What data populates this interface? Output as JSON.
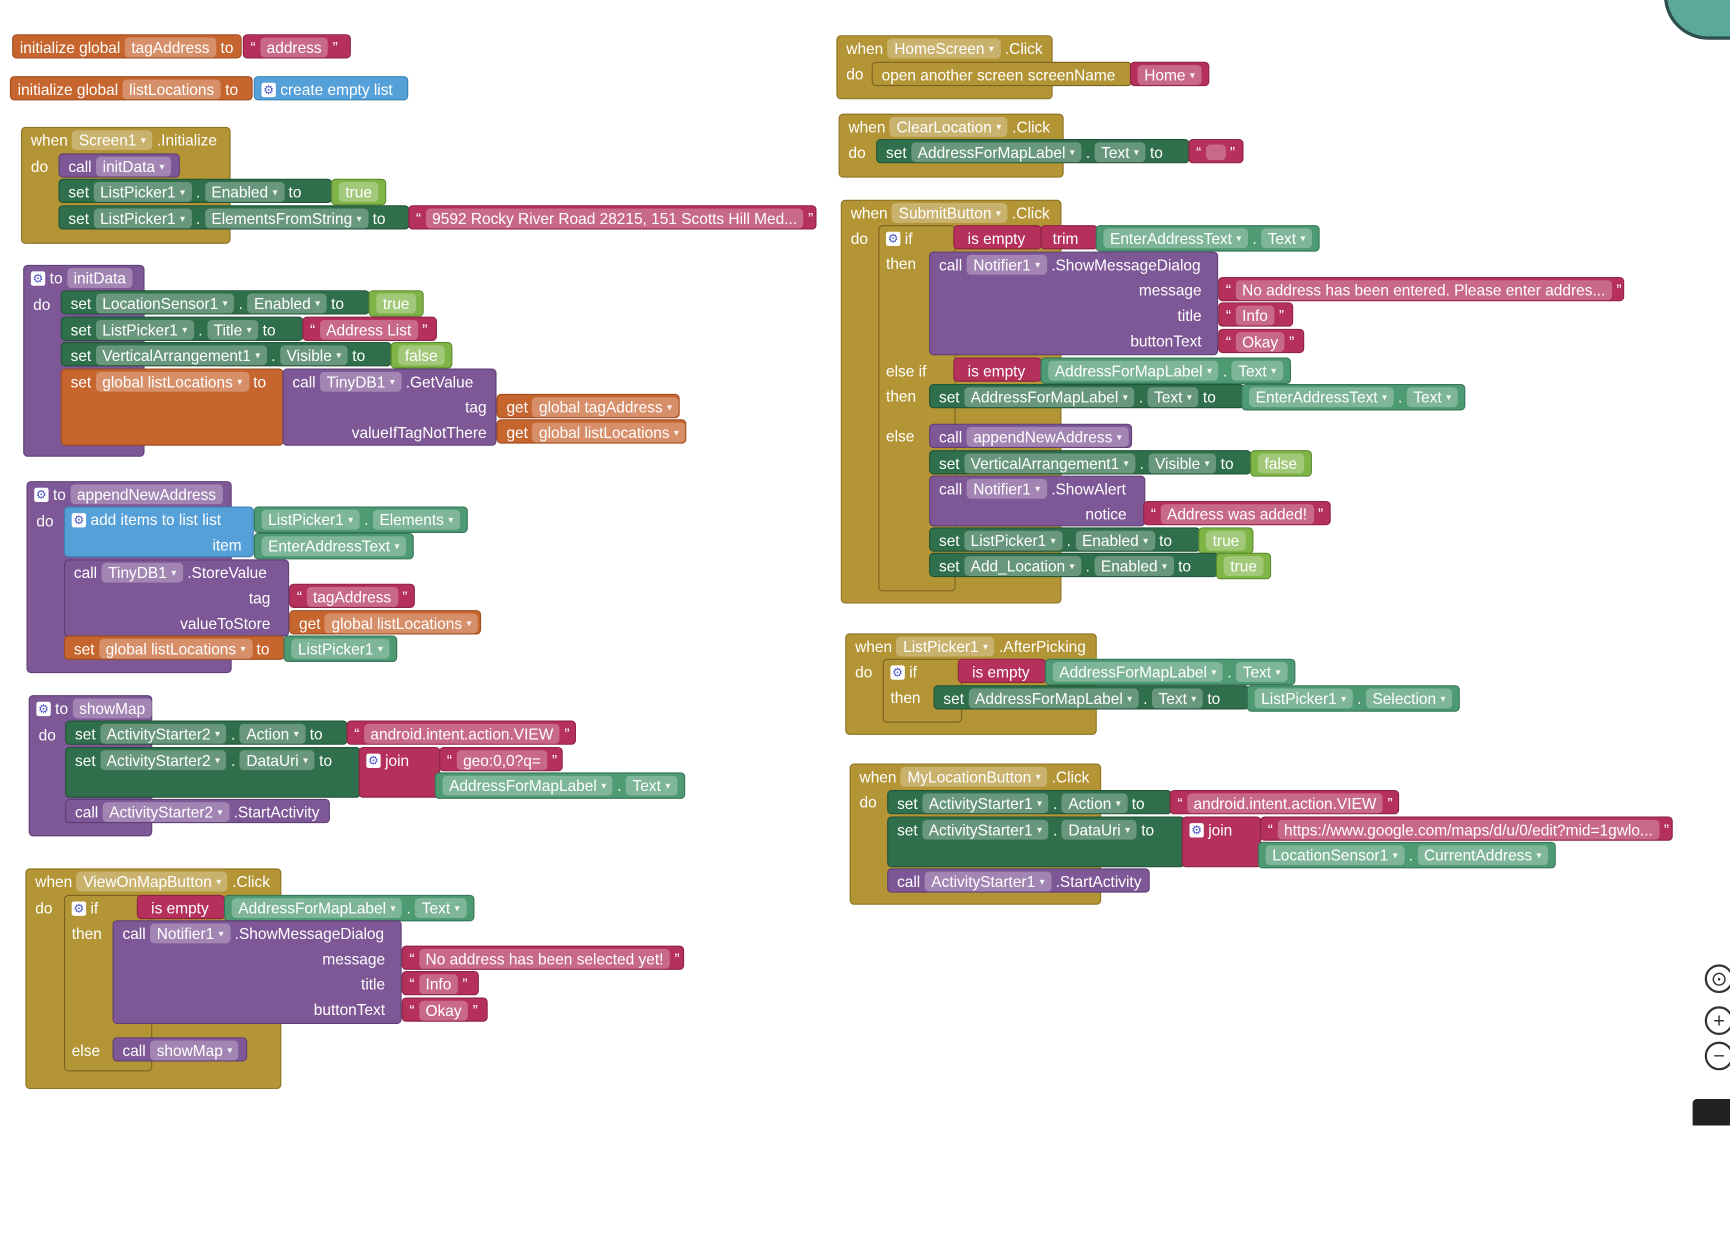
{
  "k": {
    "when": "when",
    "do": "do",
    "set": "set",
    "to": "to",
    "call": "call",
    "get": "get",
    "if": "if",
    "then": "then",
    "else": "else",
    "elseif": "else if",
    "init": "initialize global",
    "isEmpty": "is empty",
    "trim": "trim",
    "join": "join",
    "dot": ".",
    "procTo": "to"
  },
  "globals": {
    "g1": {
      "name": "tagAddress",
      "value": "address"
    },
    "g2": {
      "name": "listLocations",
      "value": "create empty list"
    }
  },
  "screen1": {
    "comp": "Screen1",
    "event": ".Initialize",
    "call": "initData",
    "r2": {
      "comp": "ListPicker1",
      "prop": "Enabled",
      "val": "true"
    },
    "r3": {
      "comp": "ListPicker1",
      "prop": "ElementsFromString",
      "val": "9592 Rocky River Road 28215, 151 Scotts Hill Med..."
    }
  },
  "initData": {
    "name": "initData",
    "r1": {
      "comp": "LocationSensor1",
      "prop": "Enabled",
      "val": "true"
    },
    "r2": {
      "comp": "ListPicker1",
      "prop": "Title",
      "val": "Address List"
    },
    "r3": {
      "comp": "VerticalArrangement1",
      "prop": "Visible",
      "val": "false"
    },
    "r4": {
      "var": "global listLocations",
      "comp": "TinyDB1",
      "method": ".GetValue",
      "tag": "tag",
      "tagVal": "global tagAddress",
      "vit": "valueIfTagNotThere",
      "vitVal": "global listLocations"
    }
  },
  "append": {
    "name": "appendNewAddress",
    "addItems": "add items to list",
    "list": "list",
    "listComp": "ListPicker1",
    "listProp": "Elements",
    "item": "item",
    "itemComp": "EnterAddressText",
    "store": {
      "comp": "TinyDB1",
      "method": ".StoreValue",
      "tag": "tag",
      "tagVal": "tagAddress",
      "vts": "valueToStore",
      "vtsVal": "global listLocations"
    },
    "set": {
      "var": "global listLocations",
      "comp": "ListPicker1"
    }
  },
  "showMap": {
    "name": "showMap",
    "r1": {
      "comp": "ActivityStarter2",
      "prop": "Action",
      "val": "android.intent.action.VIEW"
    },
    "r2": {
      "comp": "ActivityStarter2",
      "prop": "DataUri",
      "j1": "geo:0,0?q=",
      "j2comp": "AddressForMapLabel",
      "j2prop": "Text"
    },
    "r3": {
      "comp": "ActivityStarter2",
      "method": ".StartActivity"
    }
  },
  "viewOnMap": {
    "comp": "ViewOnMapButton",
    "event": ".Click",
    "ifComp": "AddressForMapLabel",
    "ifProp": "Text",
    "notifier": "Notifier1",
    "method": ".ShowMessageDialog",
    "message": "message",
    "msgVal": "No address has been selected yet!",
    "title": "title",
    "titleVal": "Info",
    "buttonText": "buttonText",
    "btnVal": "Okay",
    "elseCall": "showMap"
  },
  "home": {
    "comp": "HomeScreen",
    "event": ".Click",
    "action": "open another screen",
    "screenName": "screenName",
    "val": "Home"
  },
  "clear": {
    "comp": "ClearLocation",
    "event": ".Click",
    "setComp": "AddressForMapLabel",
    "setProp": "Text"
  },
  "submit": {
    "comp": "SubmitButton",
    "event": ".Click",
    "trimComp": "EnterAddressText",
    "trimProp": "Text",
    "notifier": "Notifier1",
    "method": ".ShowMessageDialog",
    "message": "message",
    "msgVal": "No address has been entered. Please enter addres...",
    "title": "title",
    "titleVal": "Info",
    "buttonText": "buttonText",
    "btnVal": "Okay",
    "eifComp": "AddressForMapLabel",
    "eifProp": "Text",
    "setComp": "AddressForMapLabel",
    "setProp": "Text",
    "srcComp": "EnterAddressText",
    "srcProp": "Text",
    "callAppend": "appendNewAddress",
    "vaComp": "VerticalArrangement1",
    "vaProp": "Visible",
    "vaVal": "false",
    "alertMethod": ".ShowAlert",
    "notice": "notice",
    "noticeVal": "Address was added!",
    "lp": "ListPicker1",
    "lpProp": "Enabled",
    "lpVal": "true",
    "al": "Add_Location",
    "alProp": "Enabled",
    "alVal": "true"
  },
  "afterPicking": {
    "comp": "ListPicker1",
    "event": ".AfterPicking",
    "ifComp": "AddressForMapLabel",
    "ifProp": "Text",
    "setComp": "AddressForMapLabel",
    "setProp": "Text",
    "srcComp": "ListPicker1",
    "srcProp": "Selection"
  },
  "myLoc": {
    "comp": "MyLocationButton",
    "event": ".Click",
    "r1": {
      "comp": "ActivityStarter1",
      "prop": "Action",
      "val": "android.intent.action.VIEW"
    },
    "r2": {
      "comp": "ActivityStarter1",
      "prop": "DataUri",
      "j1": "https://www.google.com/maps/d/u/0/edit?mid=1gwlo...",
      "j2comp": "LocationSensor1",
      "j2prop": "CurrentAddress"
    },
    "r3": {
      "comp": "ActivityStarter1",
      "method": ".StartActivity"
    }
  },
  "icons": {
    "arrow": "▾",
    "gear": "⚙",
    "quoteL": "“",
    "quoteR": "”"
  }
}
